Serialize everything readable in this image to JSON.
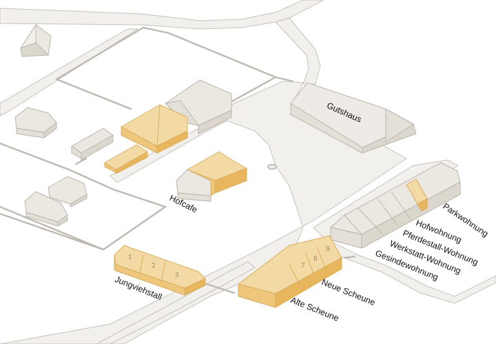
{
  "map": {
    "type": "isometric-site-plan",
    "colors": {
      "background": "#ffffff",
      "paved": "#f1f0ed",
      "outline": "#b9b5ae",
      "building_neutral_roof": "#ebe7e1",
      "building_neutral_side": "#dcd7cd",
      "building_highlight_roof": "#f3d9a4",
      "building_highlight_side": "#e8b65c",
      "label_text": "#111111",
      "unit_number": "#9a8a6a"
    },
    "labels": {
      "gutshaus": "Gutshaus",
      "hofcafe": "Hofcafe",
      "jungviehstall": "Jungviehstall",
      "neue_scheune": "Neue Scheune",
      "alte_scheune": "Alte Scheune",
      "parkwohnung": "Parkwohnung",
      "hofwohnung": "Hofwohnung",
      "pferdestall_wohnung": "Pferdestall-Wohnung",
      "werkstatt_wohnung": "Werkstatt-Wohnung",
      "gesindewohnung": "Gesindewohnung"
    },
    "unit_numbers": {
      "jungviehstall": [
        "1",
        "2",
        "3"
      ],
      "neue_scheune": [
        "7",
        "8",
        "9"
      ]
    }
  }
}
